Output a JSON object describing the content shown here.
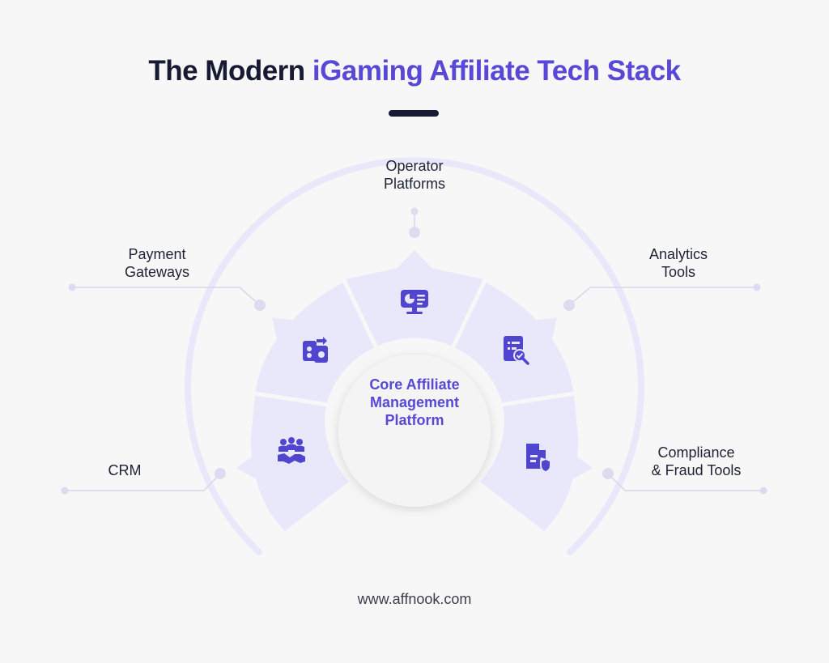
{
  "title": {
    "part1": "The Modern ",
    "part2": "iGaming Affiliate Tech Stack"
  },
  "core": {
    "line1": "Core Affiliate",
    "line2": "Management",
    "line3": "Platform"
  },
  "nodes": [
    {
      "id": "operator",
      "line1": "Operator",
      "line2": "Platforms",
      "icon": "monitor-chart-icon"
    },
    {
      "id": "payment",
      "line1": "Payment",
      "line2": "Gateways",
      "icon": "payment-exchange-icon"
    },
    {
      "id": "analytics",
      "line1": "Analytics",
      "line2": "Tools",
      "icon": "report-search-icon"
    },
    {
      "id": "crm",
      "line1": "CRM",
      "line2": "",
      "icon": "team-handshake-icon"
    },
    {
      "id": "compliance",
      "line1": "Compliance",
      "line2": "& Fraud Tools",
      "icon": "document-shield-icon"
    }
  ],
  "footer": "www.affnook.com",
  "colors": {
    "background": "#f7f7f7",
    "title_dark": "#161a33",
    "accent": "#5748d6",
    "segment_fill": "#e9e8fb",
    "arc": "#e9e8fb",
    "connector": "#d7d6ea",
    "dot": "#dcdbf0",
    "icon": "#5045cf"
  }
}
